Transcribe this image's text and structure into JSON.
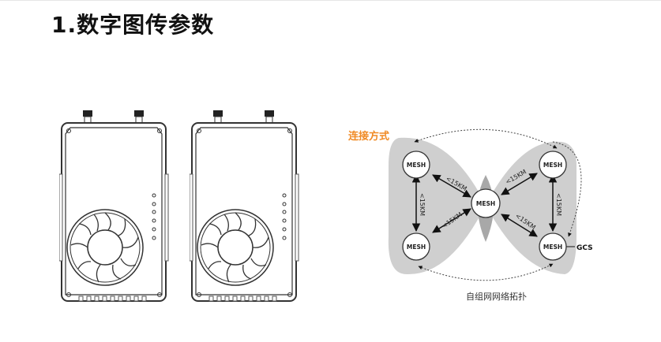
{
  "page": {
    "heading": "1.数字图传参数"
  },
  "devices": [
    {
      "name": "device-front-view-1"
    },
    {
      "name": "device-front-view-2"
    }
  ],
  "topology": {
    "section_title": "连接方式",
    "caption": "自组网网络拓扑",
    "node_label": "MESH",
    "nodes": [
      "MESH",
      "MESH",
      "MESH",
      "MESH",
      "MESH"
    ],
    "distance_label": "<15KM",
    "gcs_label": "GCS",
    "colors": {
      "section_title": "#f08a24",
      "cluster": "#cfcfcf",
      "overlap": "#a8a8a8"
    }
  }
}
